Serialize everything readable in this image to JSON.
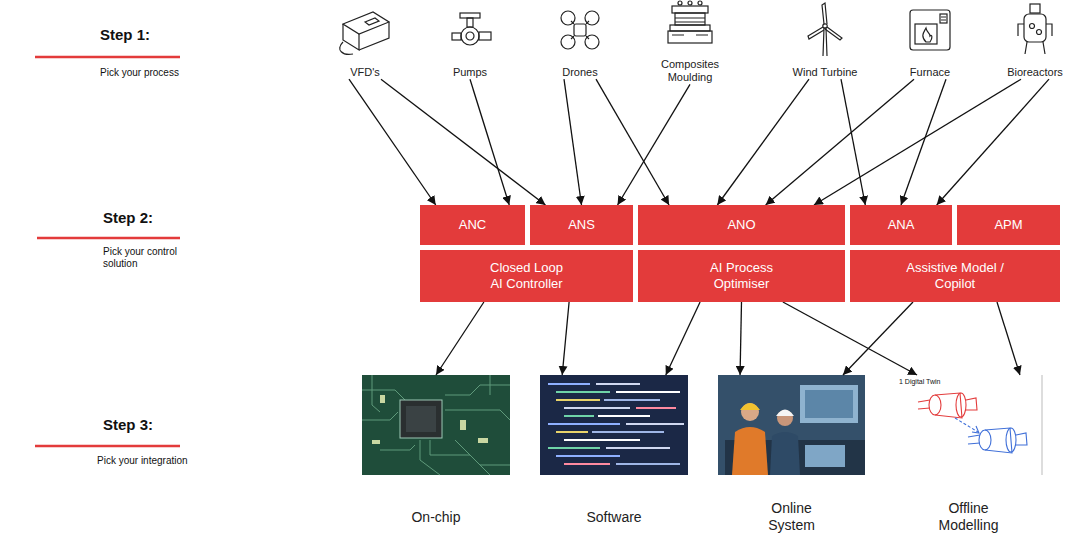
{
  "diagram": {
    "nodes": [
      {
        "text": [
          "VFD's"
        ]
      },
      {
        "text": [
          "Pumps"
        ]
      },
      {
        "text": [
          "Drones"
        ]
      },
      {
        "text": [
          "Composites Moulding"
        ]
      },
      {
        "text": [
          "Wind Turbine"
        ]
      },
      {
        "text": [
          "Furnace"
        ]
      },
      {
        "text": [
          "Bioreactors"
        ]
      },
      {
        "text": [
          "ANC"
        ]
      },
      {
        "text": [
          "ANS"
        ]
      },
      {
        "text": [
          "ANO"
        ]
      },
      {
        "text": [
          "ANA"
        ]
      },
      {
        "text": [
          "APM"
        ]
      },
      {
        "text": [
          "Closed Loop AI Controller"
        ]
      },
      {
        "text": [
          "AI Process Optimiser"
        ]
      },
      {
        "text": [
          "Assistive Model / Copilot"
        ]
      },
      {
        "text": [
          "On-chip"
        ]
      },
      {
        "text": [
          "Software"
        ]
      },
      {
        "text": [
          "Online System"
        ]
      },
      {
        "text": [
          "Offline Modelling"
        ]
      }
    ],
    "edges": [
      {
        "from": 0,
        "to": 7,
        "arrow": "to"
      },
      {
        "from": 0,
        "to": 8,
        "arrow": "to"
      },
      {
        "from": 1,
        "to": 7,
        "arrow": "to"
      },
      {
        "from": 2,
        "to": 8,
        "arrow": "to"
      },
      {
        "from": 2,
        "to": 9,
        "arrow": "to"
      },
      {
        "from": 3,
        "to": 8,
        "arrow": "to"
      },
      {
        "from": 4,
        "to": 9,
        "arrow": "to"
      },
      {
        "from": 4,
        "to": 10,
        "arrow": "to"
      },
      {
        "from": 5,
        "to": 9,
        "arrow": "to"
      },
      {
        "from": 5,
        "to": 10,
        "arrow": "to"
      },
      {
        "from": 6,
        "to": 9,
        "arrow": "to"
      },
      {
        "from": 6,
        "to": 10,
        "arrow": "to"
      },
      {
        "from": 12,
        "to": 15,
        "arrow": "to"
      },
      {
        "from": 12,
        "to": 16,
        "arrow": "to"
      },
      {
        "from": 13,
        "to": 16,
        "arrow": "to"
      },
      {
        "from": 13,
        "to": 17,
        "arrow": "to"
      },
      {
        "from": 13,
        "to": 18,
        "arrow": "to"
      },
      {
        "from": 14,
        "to": 17,
        "arrow": "to"
      },
      {
        "from": 14,
        "to": 18,
        "arrow": "to"
      }
    ],
    "labels": [
      "Step 1:",
      "Pick your process",
      "Step 2:",
      "Pick your control solution",
      "Step 3:",
      "Pick your integration",
      "1 Digital Twin"
    ]
  }
}
